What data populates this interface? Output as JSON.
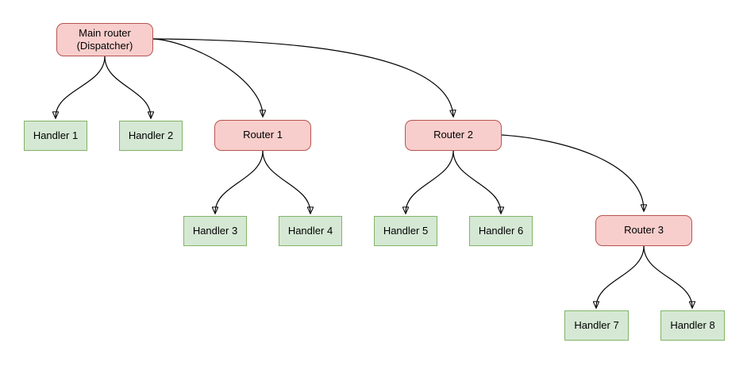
{
  "diagram": {
    "type": "tree-flowchart",
    "colors": {
      "background": "#ffffff",
      "text": "#000000",
      "edge": "#000000",
      "router_fill": "#f8cecc",
      "router_border": "#b85450",
      "handler_fill": "#d5e8d4",
      "handler_border": "#82b366"
    },
    "nodes": {
      "main_router": {
        "label": "Main router\n(Dispatcher)",
        "type": "router"
      },
      "handler1": {
        "label": "Handler 1",
        "type": "handler"
      },
      "handler2": {
        "label": "Handler 2",
        "type": "handler"
      },
      "router1": {
        "label": "Router 1",
        "type": "router"
      },
      "router2": {
        "label": "Router 2",
        "type": "router"
      },
      "handler3": {
        "label": "Handler 3",
        "type": "handler"
      },
      "handler4": {
        "label": "Handler 4",
        "type": "handler"
      },
      "handler5": {
        "label": "Handler 5",
        "type": "handler"
      },
      "handler6": {
        "label": "Handler 6",
        "type": "handler"
      },
      "router3": {
        "label": "Router 3",
        "type": "router"
      },
      "handler7": {
        "label": "Handler 7",
        "type": "handler"
      },
      "handler8": {
        "label": "Handler 8",
        "type": "handler"
      }
    },
    "edges": [
      {
        "from": "main_router",
        "to": "handler1"
      },
      {
        "from": "main_router",
        "to": "handler2"
      },
      {
        "from": "main_router",
        "to": "router1"
      },
      {
        "from": "main_router",
        "to": "router2"
      },
      {
        "from": "router1",
        "to": "handler3"
      },
      {
        "from": "router1",
        "to": "handler4"
      },
      {
        "from": "router2",
        "to": "handler5"
      },
      {
        "from": "router2",
        "to": "handler6"
      },
      {
        "from": "router2",
        "to": "router3"
      },
      {
        "from": "router3",
        "to": "handler7"
      },
      {
        "from": "router3",
        "to": "handler8"
      }
    ]
  }
}
